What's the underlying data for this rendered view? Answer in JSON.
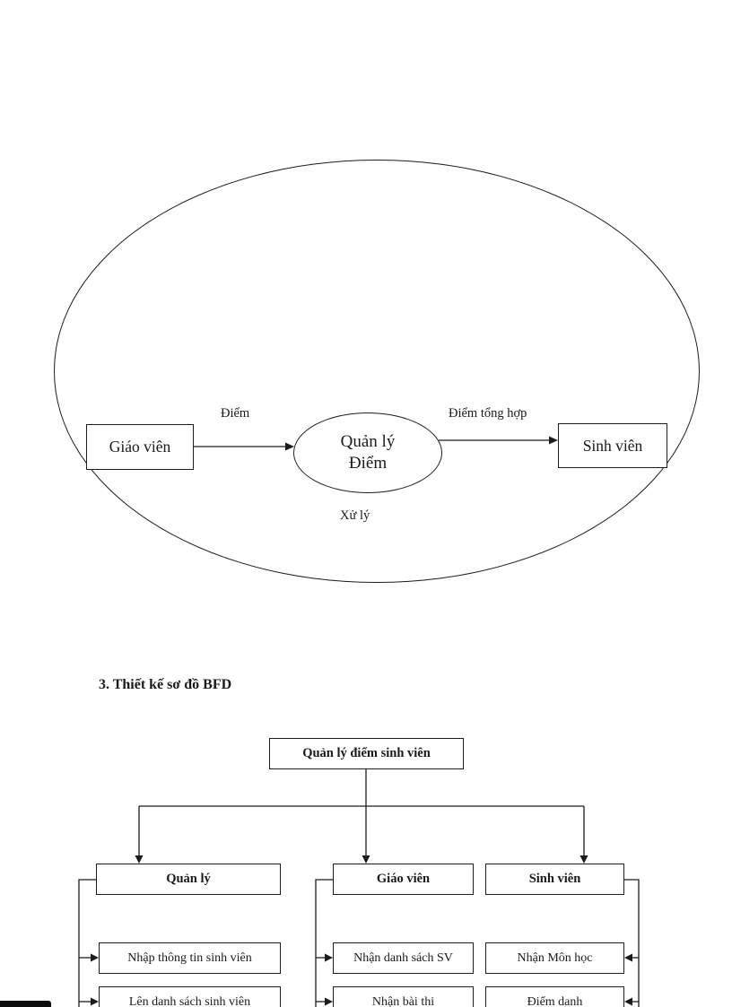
{
  "heading": "3. Thiết kế sơ đồ BFD",
  "context_diagram": {
    "left_entity": "Giáo viên",
    "process": "Quản lý Điểm",
    "right_entity": "Sinh viên",
    "left_flow_label": "Điểm",
    "right_flow_label": "Điểm tổng hợp",
    "bottom_label": "Xử lý"
  },
  "bfd": {
    "root": "Quản lý điểm sinh viên",
    "columns": [
      {
        "parent": "Quản lý",
        "children": [
          "Nhập thông tin sinh viên",
          "Lên danh sách sinh viên"
        ]
      },
      {
        "parent": "Giáo viên",
        "children": [
          "Nhận danh sách SV",
          "Nhận bài thi"
        ]
      },
      {
        "parent": "Sinh viên",
        "children": [
          "Nhận Môn học",
          "Điểm danh"
        ]
      }
    ]
  }
}
